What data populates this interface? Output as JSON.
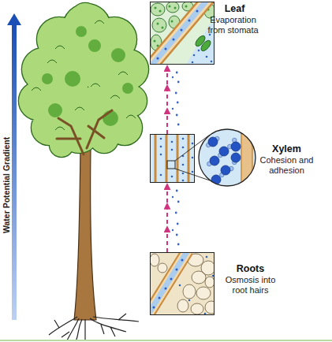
{
  "diagram": {
    "nodes": [
      {
        "text": [
          "Leaf",
          "Evaporation from stomata"
        ]
      },
      {
        "text": [
          "Xylem",
          "Cohesion and adhesion"
        ]
      },
      {
        "text": [
          "Roots",
          "Osmosis into root hairs"
        ]
      }
    ],
    "edges": [
      {
        "from": 2,
        "to": 1,
        "arrow": "to"
      },
      {
        "from": 1,
        "to": 0,
        "arrow": "to"
      }
    ],
    "labels": [
      "Water Potential Gradient"
    ]
  }
}
